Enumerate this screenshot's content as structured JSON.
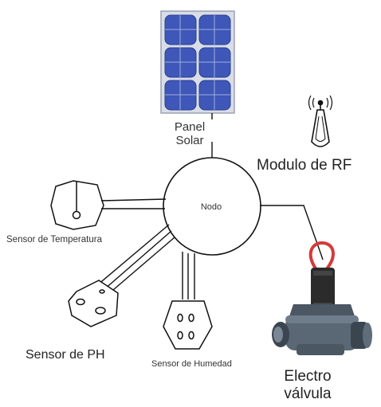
{
  "colors": {
    "line": "#111111",
    "panel_frame": "#d9dde6",
    "panel_cell": "#3e57b8",
    "panel_cell_dark": "#2a3f93",
    "valve_body": "#5a6775",
    "valve_dark": "#3b4550",
    "valve_coil": "#2b2b2b",
    "valve_wire": "#d43a3a"
  },
  "icons": {
    "solar_panel": "solar-panel-icon",
    "rf_module": "antenna-icon",
    "valve": "solenoid-valve-icon"
  },
  "labels": {
    "panel_line1": "Panel",
    "panel_line2": "Solar",
    "rf_module": "Modulo de RF",
    "node": "Nodo",
    "temperature_sensor": "Sensor de Temperatura",
    "ph_sensor": "Sensor de PH",
    "humidity_sensor": "Sensor de Humedad",
    "valve_line1": "Electro",
    "valve_line2": "válvula"
  }
}
